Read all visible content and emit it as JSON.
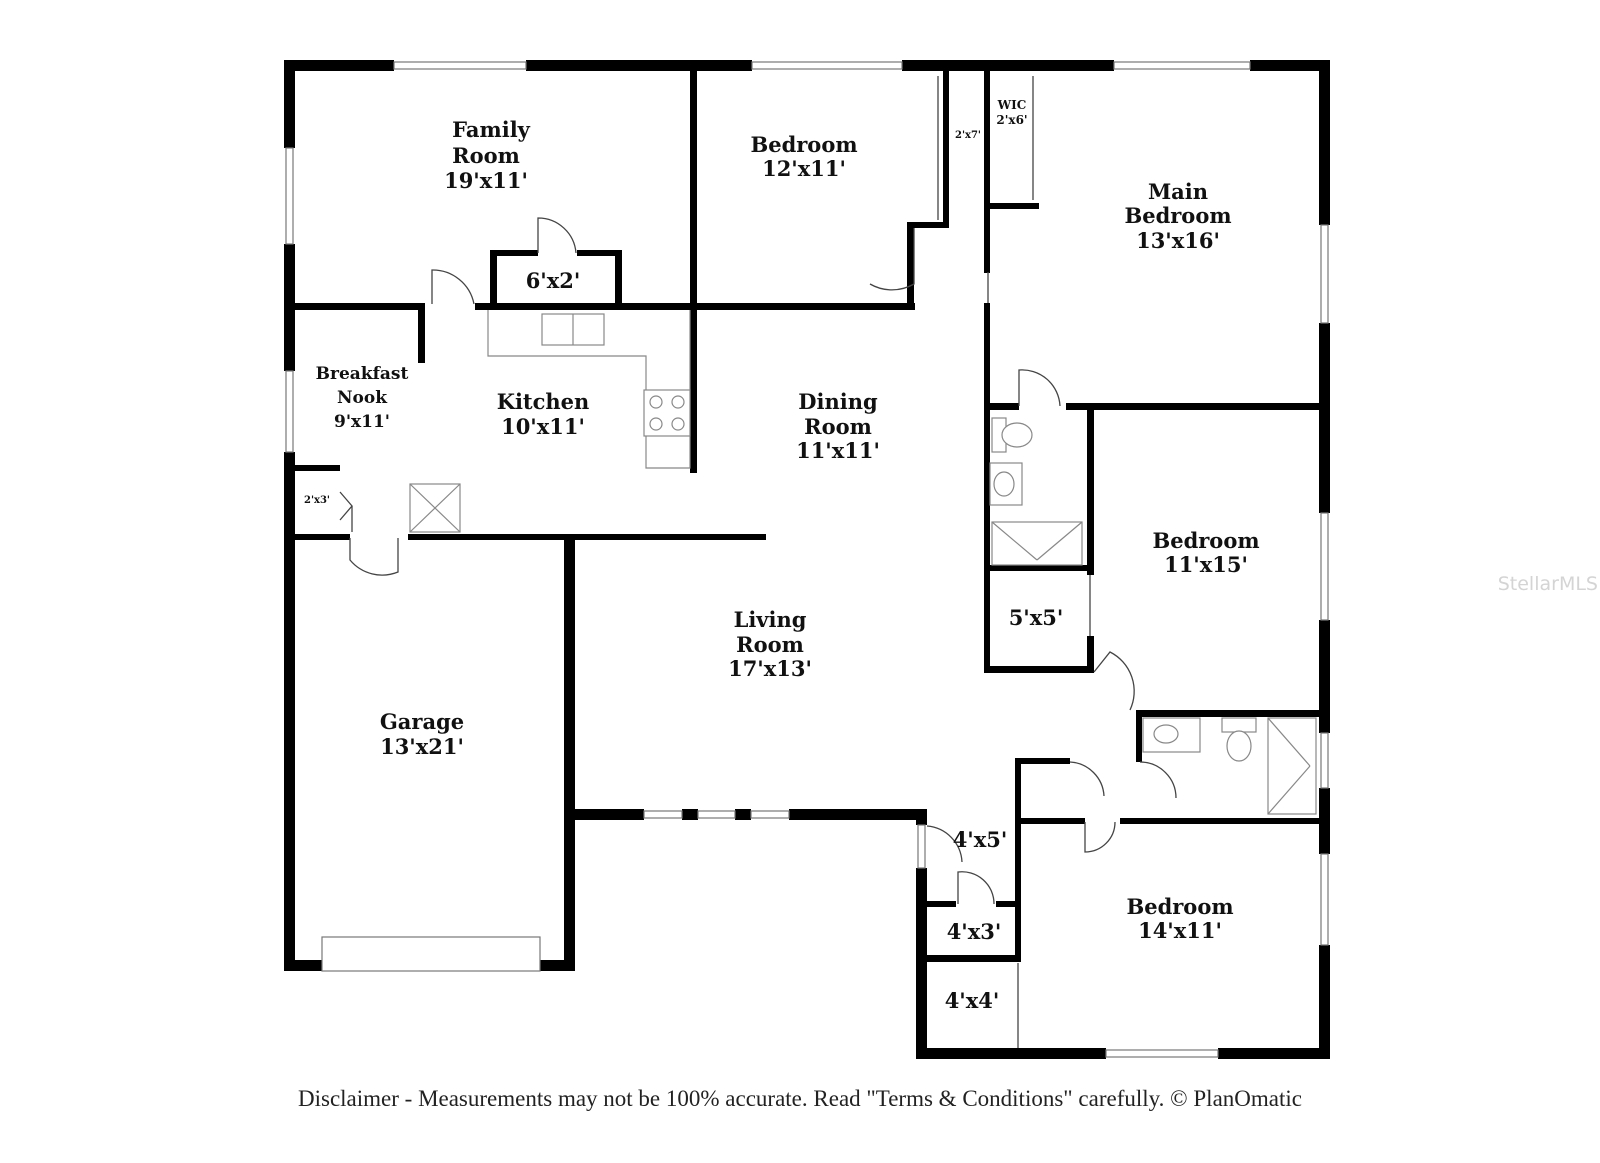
{
  "rooms": {
    "family_room": {
      "name_line1": "Family",
      "name_line2": "Room",
      "size": "19'x11'"
    },
    "bedroom_1": {
      "name": "Bedroom",
      "size": "12'x11'"
    },
    "closet_a": {
      "size": "2'x7'"
    },
    "wic": {
      "name": "WIC",
      "size": "2'x6'"
    },
    "main_bedroom": {
      "name_line1": "Main",
      "name_line2": "Bedroom",
      "size": "13'x16'"
    },
    "pantry": {
      "size": "6'x2'"
    },
    "breakfast_nook": {
      "name_line1": "Breakfast",
      "name_line2": "Nook",
      "size": "9'x11'"
    },
    "kitchen": {
      "name": "Kitchen",
      "size": "10'x11'"
    },
    "dining_room": {
      "name_line1": "Dining",
      "name_line2": "Room",
      "size": "11'x11'"
    },
    "closet_b": {
      "size": "2'x3'"
    },
    "bedroom_2": {
      "name": "Bedroom",
      "size": "11'x15'"
    },
    "closet_c": {
      "size": "5'x5'"
    },
    "living_room": {
      "name_line1": "Living",
      "name_line2": "Room",
      "size": "17'x13'"
    },
    "garage": {
      "name": "Garage",
      "size": "13'x21'"
    },
    "hall_d": {
      "size": "4'x5'"
    },
    "closet_e": {
      "size": "4'x3'"
    },
    "closet_f": {
      "size": "4'x4'"
    },
    "bedroom_3": {
      "name": "Bedroom",
      "size": "14'x11'"
    }
  },
  "watermark": "StellarMLS",
  "disclaimer": "Disclaimer - Measurements may not be 100% accurate. Read \"Terms & Conditions\" carefully. © PlanOmatic"
}
